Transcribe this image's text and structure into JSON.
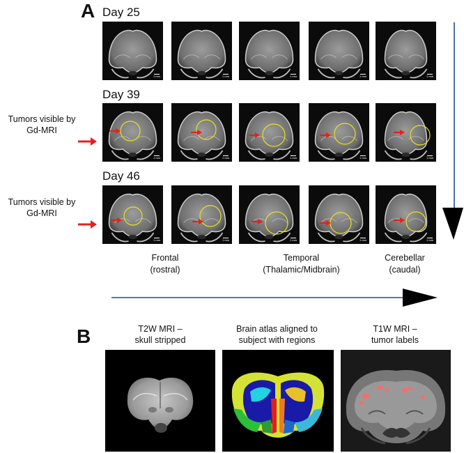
{
  "panelA": {
    "letter": "A",
    "rows": [
      {
        "day": "Day 25",
        "side_label": []
      },
      {
        "day": "Day 39",
        "side_label": [
          "Tumors visible by",
          "Gd-MRI"
        ]
      },
      {
        "day": "Day 46",
        "side_label": [
          "Tumors visible by",
          "Gd-MRI"
        ]
      }
    ],
    "scale_bar_label": "1 mm",
    "captions": [
      {
        "line1": "Frontal",
        "line2": "(rostral)"
      },
      {
        "line1": "Temporal",
        "line2": "(Thalamic/Midbrain)"
      },
      {
        "line1": "Cerebellar",
        "line2": "(caudal)"
      }
    ],
    "colors": {
      "arrow": "#e62020",
      "circle": "#e8e020",
      "axis": "#1d4f8c"
    }
  },
  "panelB": {
    "letter": "B",
    "images": [
      {
        "title1": "T2W MRI –",
        "title2": "skull stripped"
      },
      {
        "title1": "Brain atlas aligned to",
        "title2": "subject with regions"
      },
      {
        "title1": "T1W MRI –",
        "title2": "tumor labels"
      }
    ]
  }
}
